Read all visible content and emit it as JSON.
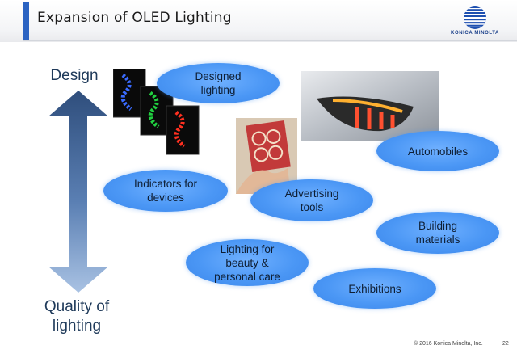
{
  "header": {
    "title": "Expansion of OLED Lighting",
    "brand": "KONICA MINOLTA"
  },
  "axis": {
    "top_label": "Design",
    "bottom_label_line1": "Quality of",
    "bottom_label_line2": "lighting"
  },
  "bubbles": {
    "designed_lighting": [
      "Designed",
      "lighting"
    ],
    "indicators": [
      "Indicators for",
      "devices"
    ],
    "advertising": [
      "Advertising",
      "tools"
    ],
    "automobiles": [
      "Automobiles"
    ],
    "building": [
      "Building",
      "materials"
    ],
    "beauty": [
      "Lighting for",
      "beauty &",
      "personal care"
    ],
    "exhibitions": [
      "Exhibitions"
    ]
  },
  "footer": {
    "copyright": "© 2016 Konica Minolta, Inc.",
    "page_number": "22"
  },
  "colors": {
    "accent": "#2b63c2",
    "bubble": "#4b97f5",
    "axis_arrow": "#3a5e8e"
  },
  "icons": [
    "konica-minolta-logo-icon",
    "double-arrow-icon"
  ]
}
